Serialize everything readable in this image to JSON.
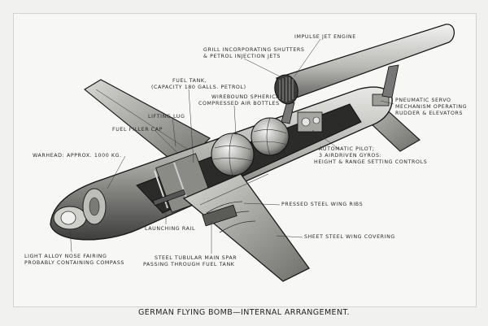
{
  "caption": "GERMAN FLYING BOMB—INTERNAL ARRANGEMENT.",
  "labels": {
    "impulse_jet_engine": "IMPULSE JET ENGINE",
    "grill_line1": "GRILL INCORPORATING SHUTTERS",
    "grill_line2": "& PETROL INJECTION JETS",
    "fuel_tank_line1": "FUEL TANK,",
    "fuel_tank_line2": "(CAPACITY 180 GALLS. PETROL)",
    "wirebound_line1": "WIREBOUND SPHERICAL",
    "wirebound_line2": "COMPRESSED AIR BOTTLES",
    "pneumatic_line1": "PNEUMATIC SERVO",
    "pneumatic_line2": "MECHANISM OPERATING",
    "pneumatic_line3": "RUDDER & ELEVATORS",
    "lifting_lug": "LIFTING LUG",
    "fuel_filler_cap": "FUEL FILLER CAP",
    "autopilot_line1": "AUTOMATIC PILOT;",
    "autopilot_line2": "3 AIRDRIVEN GYROS:",
    "autopilot_line3": "HEIGHT & RANGE SETTING CONTROLS",
    "warhead": "WARHEAD: APPROX. 1000 KG.",
    "pressed_steel_ribs": "PRESSED STEEL WING RIBS",
    "launching_rail": "LAUNCHING RAIL",
    "sheet_steel_covering": "SHEET STEEL WING COVERING",
    "nose_line1": "LIGHT ALLOY NOSE FAIRING",
    "nose_line2": "PROBABLY CONTAINING COMPASS",
    "spar_line1": "STEEL TUBULAR MAIN SPAR",
    "spar_line2": "PASSING THROUGH FUEL TANK"
  }
}
